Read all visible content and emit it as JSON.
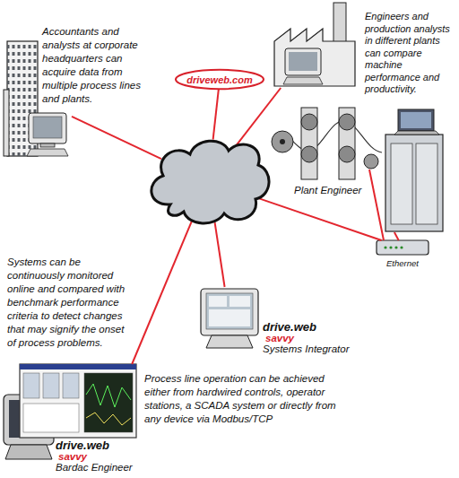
{
  "diagram": {
    "nodes": [
      {
        "text": [
          "driveweb.com"
        ]
      },
      {
        "text": [
          "Accountants and analysts at corporate headquarters can acquire data from multiple process lines and plants."
        ]
      },
      {
        "text": [
          "Engineers and production analysts in different plants can compare machine performance and productivity."
        ]
      },
      {
        "text": []
      },
      {
        "text": [
          "Plant Engineer"
        ]
      },
      {
        "text": [
          "Ethernet"
        ]
      },
      {
        "text": [
          "drive.web",
          "savvy",
          "Systems Integrator"
        ]
      },
      {
        "text": [
          "drive.web",
          "savvy",
          "Bardac Engineer"
        ]
      }
    ],
    "edges": [
      {
        "from": 3,
        "to": 0,
        "arrow": "none"
      },
      {
        "from": 3,
        "to": 1,
        "arrow": "none"
      },
      {
        "from": 3,
        "to": 2,
        "arrow": "none"
      },
      {
        "from": 3,
        "to": 5,
        "arrow": "none"
      },
      {
        "from": 5,
        "to": 4,
        "arrow": "none"
      },
      {
        "from": 3,
        "to": 6,
        "arrow": "none"
      },
      {
        "from": 3,
        "to": 7,
        "arrow": "none"
      }
    ],
    "labels": [
      "Systems can be continuously monitored online and compared with benchmark performance criteria to detect changes that may signify the onset of process problems.",
      "Process line operation can be achieved either from hardwired controls, operator stations, a SCADA system or directly from any device via Modbus/TCP"
    ]
  }
}
